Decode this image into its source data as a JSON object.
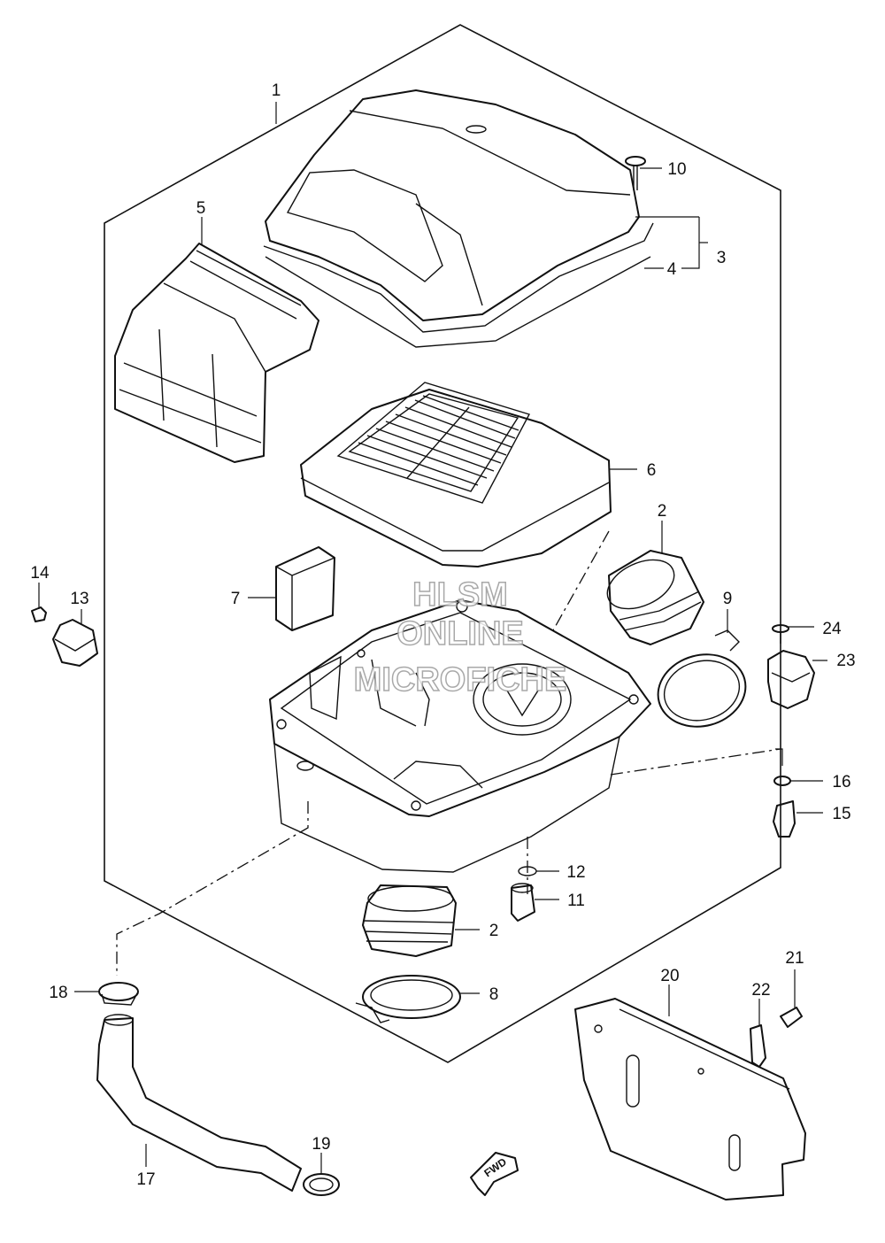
{
  "callouts": [
    {
      "id": "p1",
      "label": "1"
    },
    {
      "id": "p2a",
      "label": "2"
    },
    {
      "id": "p2b",
      "label": "2"
    },
    {
      "id": "p3",
      "label": "3"
    },
    {
      "id": "p4",
      "label": "4"
    },
    {
      "id": "p5",
      "label": "5"
    },
    {
      "id": "p6",
      "label": "6"
    },
    {
      "id": "p7",
      "label": "7"
    },
    {
      "id": "p8",
      "label": "8"
    },
    {
      "id": "p9",
      "label": "9"
    },
    {
      "id": "p10",
      "label": "10"
    },
    {
      "id": "p11",
      "label": "11"
    },
    {
      "id": "p12",
      "label": "12"
    },
    {
      "id": "p13",
      "label": "13"
    },
    {
      "id": "p14",
      "label": "14"
    },
    {
      "id": "p15",
      "label": "15"
    },
    {
      "id": "p16",
      "label": "16"
    },
    {
      "id": "p17",
      "label": "17"
    },
    {
      "id": "p18",
      "label": "18"
    },
    {
      "id": "p19",
      "label": "19"
    },
    {
      "id": "p20",
      "label": "20"
    },
    {
      "id": "p21",
      "label": "21"
    },
    {
      "id": "p22",
      "label": "22"
    },
    {
      "id": "p23",
      "label": "23"
    },
    {
      "id": "p24",
      "label": "24"
    }
  ],
  "watermark": {
    "line1": "HLSM",
    "line2": "ONLINE",
    "line3": "MICROFICHE"
  },
  "direction_marker": {
    "label": "FWD"
  }
}
